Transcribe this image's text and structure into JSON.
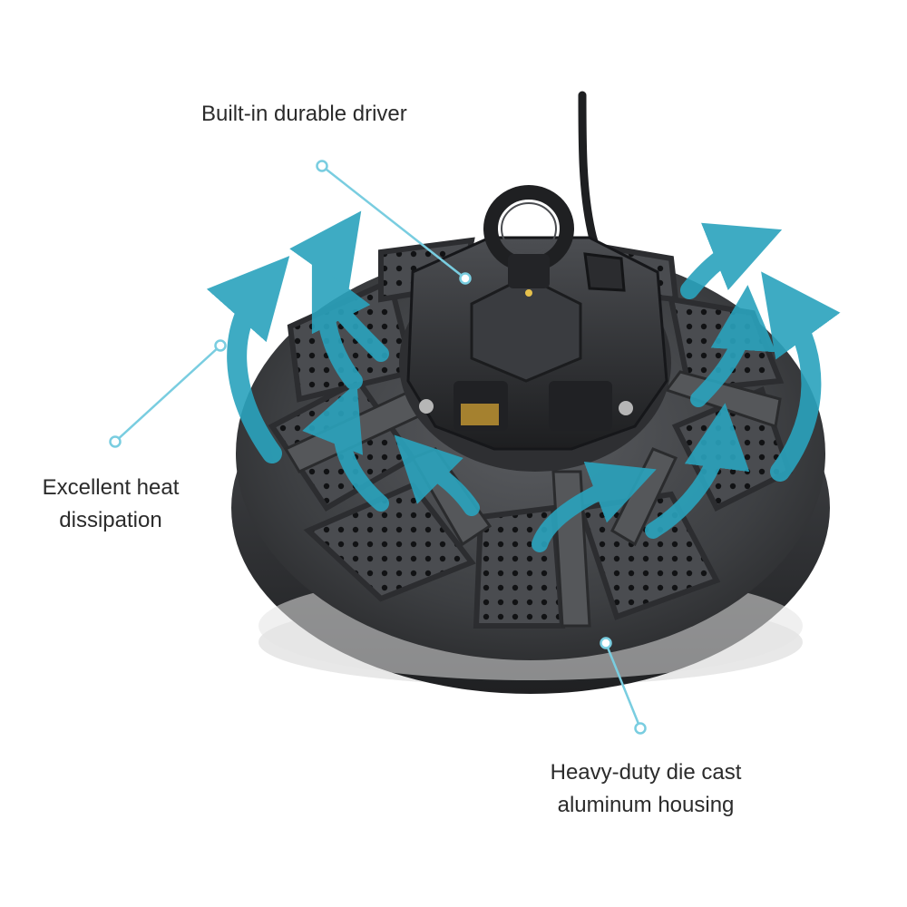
{
  "callouts": {
    "driver": {
      "line1": "Built-in durable driver"
    },
    "heat": {
      "line1": "Excellent heat",
      "line2": "dissipation"
    },
    "housing": {
      "line1": "Heavy-duty die cast",
      "line2": "aluminum housing"
    }
  },
  "colors": {
    "accent_line": "#79cde0",
    "airflow_arrow": "#2aa3bd",
    "housing_dark": "#3a3b3d",
    "housing_mid": "#55575a",
    "housing_rim": "#6a6c6f",
    "background": "#ffffff"
  }
}
